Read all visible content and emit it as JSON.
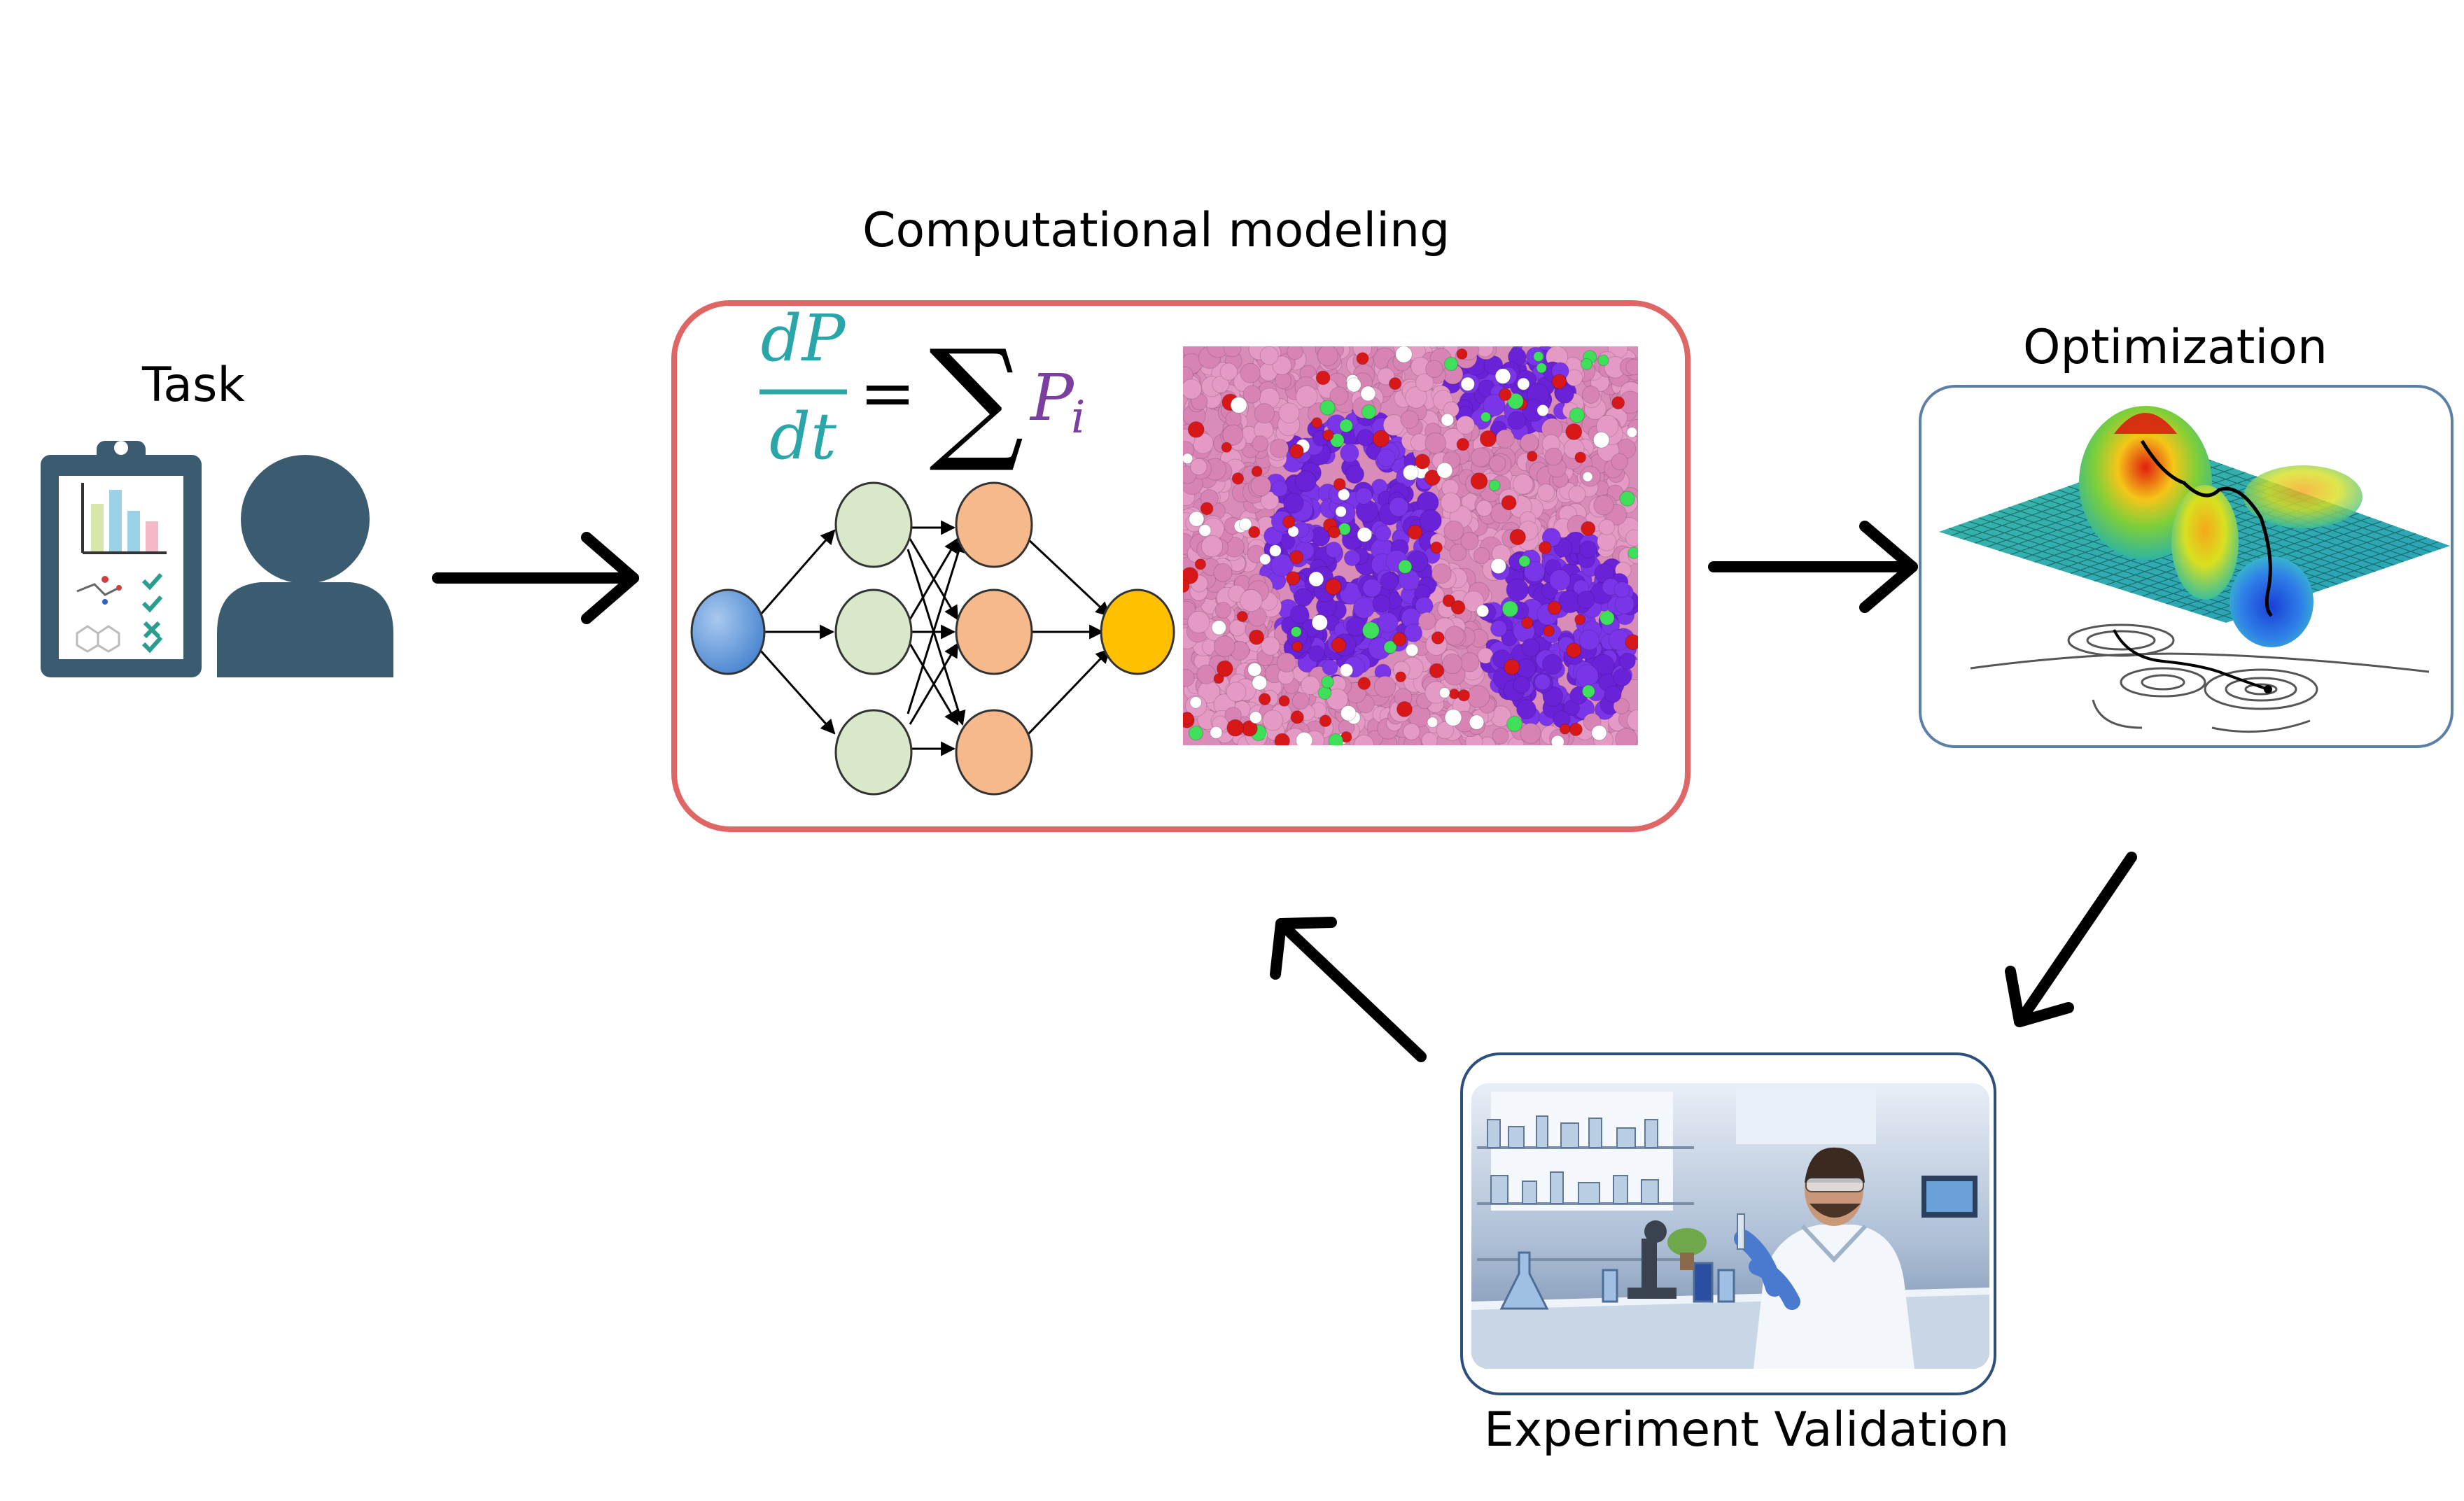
{
  "labels": {
    "task": "Task",
    "computational_modeling": "Computational modeling",
    "optimization": "Optimization",
    "experiment_validation": "Experiment Validation"
  },
  "equation": {
    "numerator": "dP",
    "denominator": "dt",
    "equals": "=",
    "sum": "∑",
    "term": "P",
    "subscript": "i"
  },
  "colors": {
    "modeling_border": "#e06666",
    "panel_border": "#5b7fa6",
    "arrow": "#000000",
    "icon_fill": "#3b5b70",
    "equation_fraction": "#2aa6a8",
    "equation_term": "#7b3fa0",
    "nn_input": "#6fa8dc",
    "nn_hidden1": "#d9e8c8",
    "nn_hidden2": "#f6b98c",
    "nn_output": "#ffc000"
  },
  "icons": {
    "task_clipboard": "clipboard-checklist-icon",
    "task_person": "person-icon"
  }
}
